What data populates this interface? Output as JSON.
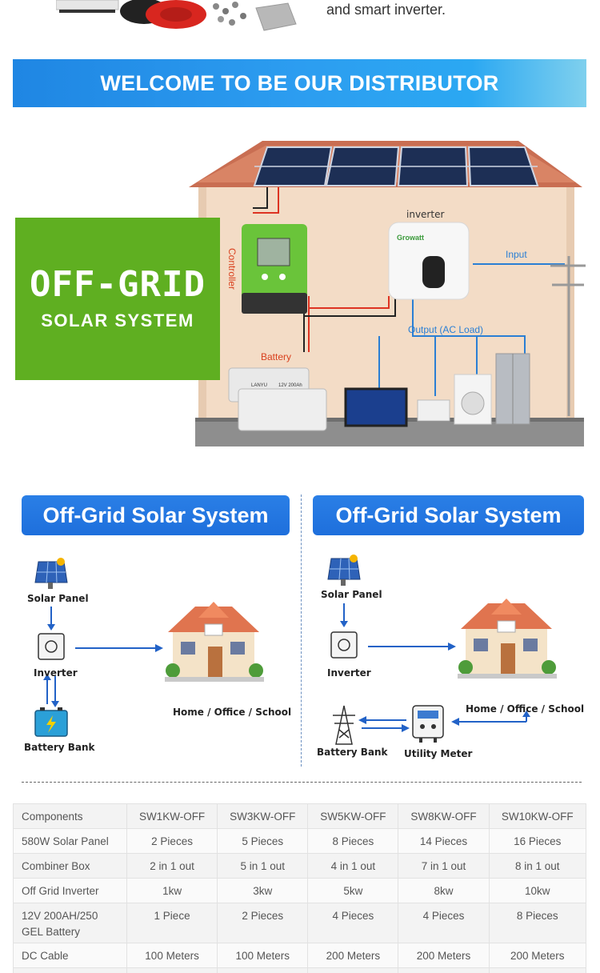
{
  "top": {
    "text": "and smart inverter."
  },
  "banner": {
    "text": "WELCOME TO BE OUR DISTRIBUTOR"
  },
  "scene": {
    "card_big": "OFF-GRID",
    "card_small": "SOLAR SYSTEM",
    "controller_label": "Controller",
    "inverter_label": "inverter",
    "inverter_brand": "Growatt",
    "input_label": "Input",
    "output_label": "Output (AC Load)",
    "battery_label": "Battery",
    "battery_brand": "LANYU",
    "battery_spec": "12V 200Ah"
  },
  "left_panel": {
    "title": "Off-Grid Solar System",
    "solar_panel": "Solar Panel",
    "inverter": "Inverter",
    "battery_bank": "Battery Bank",
    "home": "Home / Office / School"
  },
  "right_panel": {
    "title": "Off-Grid Solar System",
    "solar_panel": "Solar Panel",
    "inverter": "Inverter",
    "battery_bank": "Battery Bank",
    "utility_meter": "Utility Meter",
    "home": "Home / Office / School"
  },
  "table": {
    "rows": [
      [
        "Components",
        "SW1KW-OFF",
        "SW3KW-OFF",
        "SW5KW-OFF",
        "SW8KW-OFF",
        "SW10KW-OFF"
      ],
      [
        "580W Solar Panel",
        "2 Pieces",
        "5 Pieces",
        "8 Pieces",
        "14 Pieces",
        "16 Pieces"
      ],
      [
        "Combiner Box",
        "2 in 1 out",
        "5 in 1 out",
        "4 in 1 out",
        "7 in 1 out",
        "8 in 1 out"
      ],
      [
        "Off Grid Inverter",
        "1kw",
        "3kw",
        "5kw",
        "8kw",
        "10kw"
      ],
      [
        "12V 200AH/250 GEL Battery",
        "1 Piece",
        "2 Pieces",
        "4 Pieces",
        "4 Pieces",
        "8 Pieces"
      ],
      [
        "DC Cable",
        "100 Meters",
        "100 Meters",
        "200 Meters",
        "200 Meters",
        "200 Meters"
      ]
    ]
  },
  "colors": {
    "banner_blue": "#1f86e3",
    "panel_blue": "#1e6fdc",
    "green_card": "#5faf21"
  }
}
